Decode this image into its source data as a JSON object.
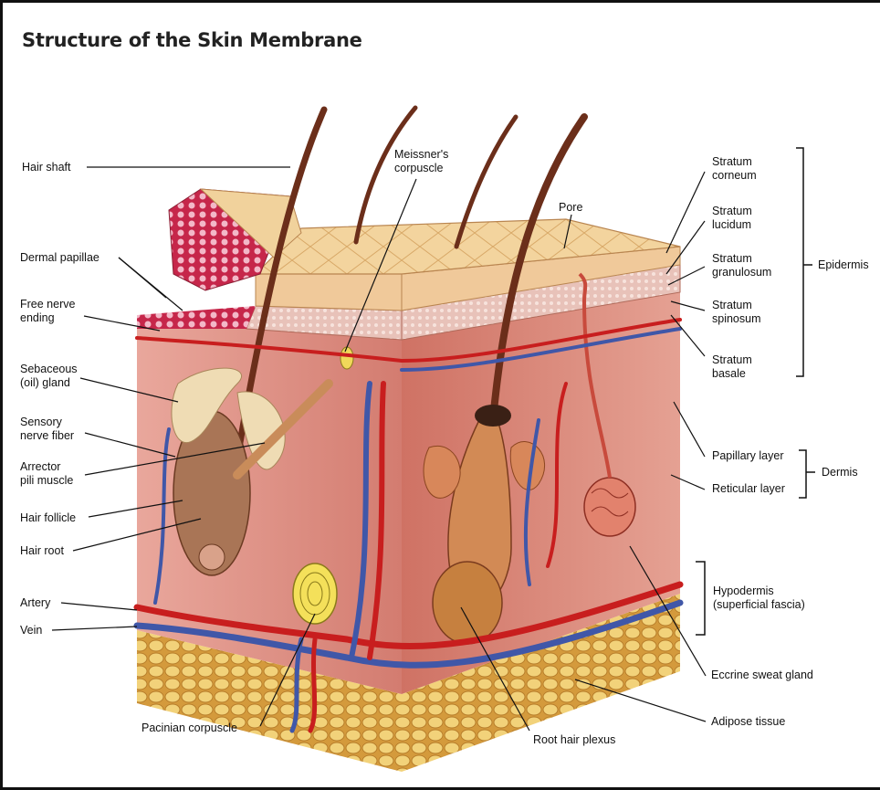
{
  "title": "Structure of the Skin Membrane",
  "labels_left": {
    "hair_shaft": "Hair shaft",
    "dermal_papillae": "Dermal papillae",
    "free_nerve_ending": "Free nerve\nending",
    "sebaceous_gland": "Sebaceous\n(oil) gland",
    "sensory_nerve_fiber": "Sensory\nnerve fiber",
    "arrector_pili": "Arrector\npili muscle",
    "hair_follicle": "Hair follicle",
    "hair_root": "Hair root",
    "artery": "Artery",
    "vein": "Vein"
  },
  "labels_top": {
    "meissners_corpuscle": "Meissner's\ncorpuscle",
    "pore": "Pore"
  },
  "labels_right": {
    "stratum_corneum": "Stratum\ncorneum",
    "stratum_lucidum": "Stratum\nlucidum",
    "stratum_granulosum": "Stratum\ngranulosum",
    "stratum_spinosum": "Stratum\nspinosum",
    "stratum_basale": "Stratum\nbasale",
    "papillary_layer": "Papillary layer",
    "reticular_layer": "Reticular layer",
    "hypodermis": "Hypodermis\n(superficial fascia)",
    "eccrine_sweat_gland": "Eccrine sweat gland",
    "adipose_tissue": "Adipose tissue"
  },
  "labels_bottom": {
    "pacinian_corpuscle": "Pacinian corpuscle",
    "root_hair_plexus": "Root hair plexus"
  },
  "groups": {
    "epidermis": "Epidermis",
    "dermis": "Dermis"
  },
  "colors": {
    "dermis": "#d9857a",
    "epidermis_top": "#f1cf96",
    "adipose": "#e8c06a",
    "artery": "#c81e1e",
    "vein": "#4057a8",
    "hair": "#6b2e1a"
  }
}
